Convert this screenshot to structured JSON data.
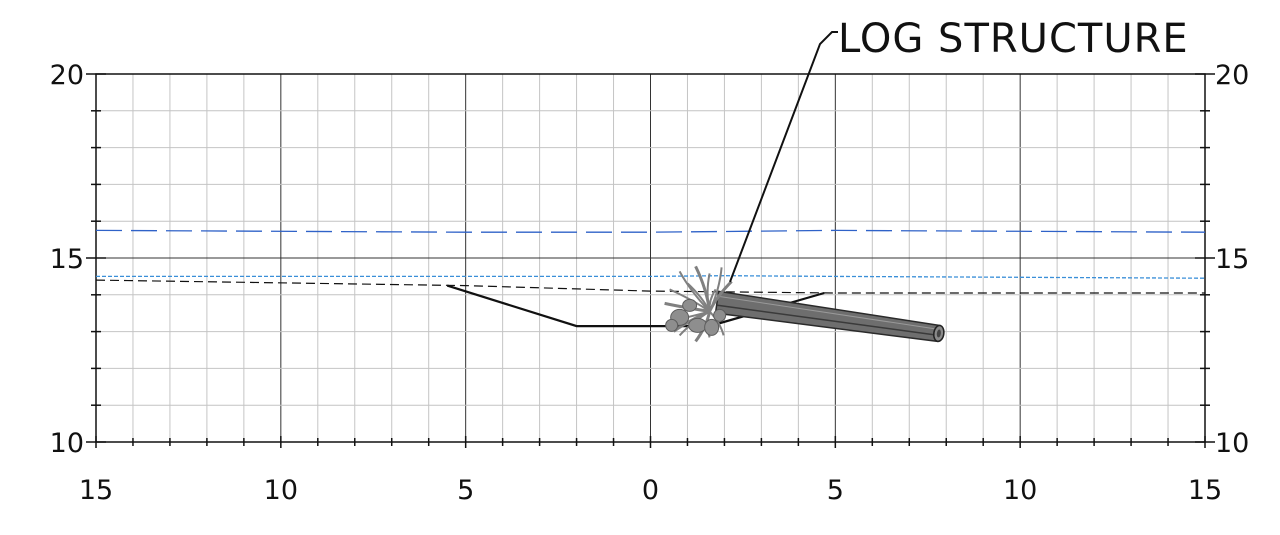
{
  "diagram": {
    "type": "cross-section",
    "callout": "LOG STRUCTURE",
    "x_axis": {
      "range": [
        -15,
        15
      ],
      "tick_labels": [
        "15",
        "10",
        "5",
        "0",
        "5",
        "10",
        "15"
      ],
      "major_step": 5,
      "minor_step": 1
    },
    "y_axis": {
      "range": [
        10,
        20
      ],
      "left_tick_labels": [
        "20",
        "15",
        "10"
      ],
      "right_tick_labels": [
        "20",
        "15",
        "10"
      ],
      "major_step": 5,
      "minor_step": 1
    },
    "grid": true,
    "colors": {
      "grid_major": "#333333",
      "grid_minor": "#c4c4c4",
      "dashed_blue_line": "#2f62c8",
      "dotted_blue_line": "#3a8fd8",
      "dashed_black_line": "#111111",
      "channel_line": "#111111",
      "log": "#555555",
      "rootwad": "#808080"
    },
    "lines": {
      "dashed_blue": [
        [
          -15,
          15.75
        ],
        [
          -5,
          15.7
        ],
        [
          0,
          15.7
        ],
        [
          5,
          15.75
        ],
        [
          15,
          15.7
        ]
      ],
      "dotted_blue": [
        [
          -15,
          14.5
        ],
        [
          0,
          14.5
        ],
        [
          2,
          14.52
        ],
        [
          5,
          14.5
        ],
        [
          15,
          14.45
        ]
      ],
      "dashed_black": [
        [
          -15,
          14.4
        ],
        [
          -5,
          14.25
        ],
        [
          0,
          14.1
        ],
        [
          5,
          14.05
        ],
        [
          15,
          14.05
        ]
      ],
      "channel": [
        [
          -5.5,
          14.25
        ],
        [
          -2,
          13.15
        ],
        [
          1.6,
          13.15
        ],
        [
          4.7,
          14.05
        ]
      ]
    },
    "log": {
      "trunk_start": [
        1.8,
        13.8
      ],
      "trunk_end": [
        7.8,
        12.95
      ]
    }
  }
}
